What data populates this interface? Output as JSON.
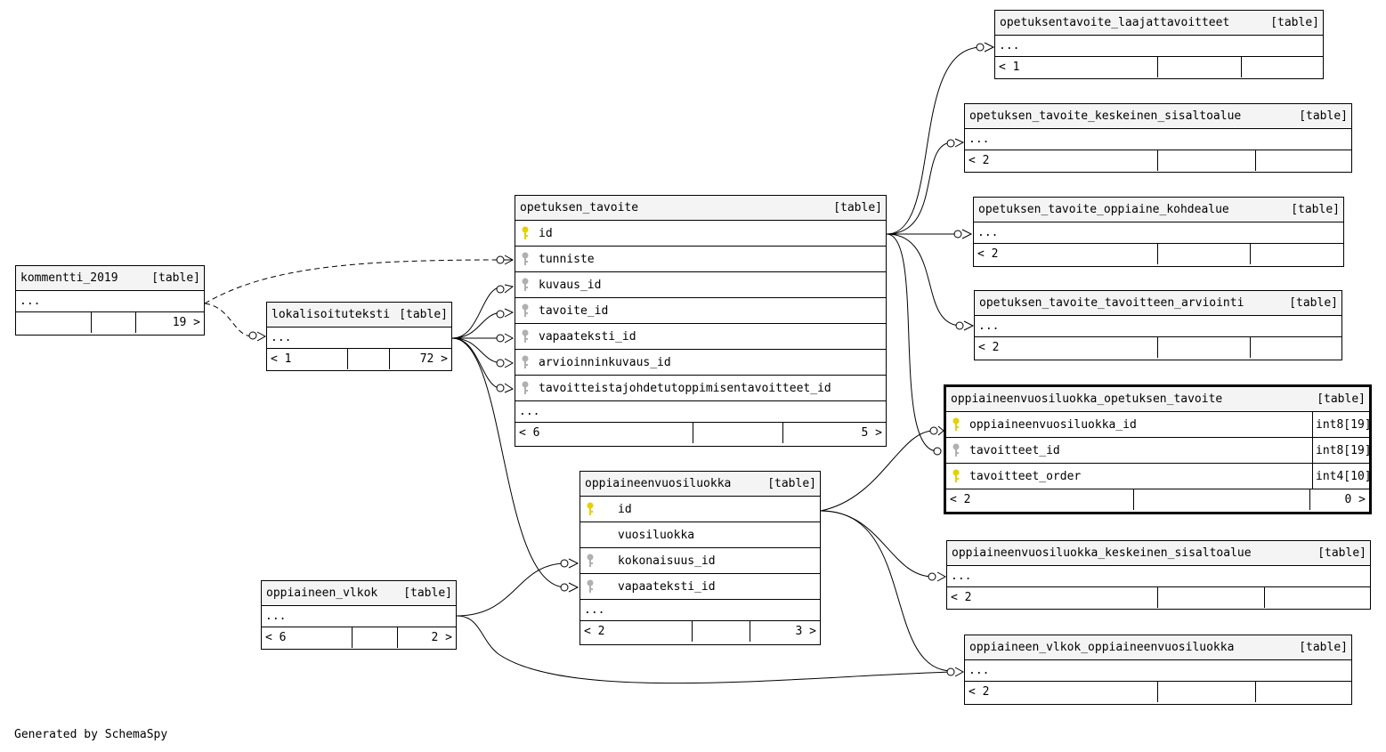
{
  "footer_text": "Generated by SchemaSpy",
  "type_label": "[table]",
  "tables": {
    "kommentti_2019": {
      "name": "kommentti_2019",
      "dots": "...",
      "foot": [
        "",
        "",
        "19 >"
      ]
    },
    "lokalisoituteksti": {
      "name": "lokalisoituteksti",
      "dots": "...",
      "foot": [
        "< 1",
        "",
        "72 >"
      ]
    },
    "opetuksen_tavoite": {
      "name": "opetuksen_tavoite",
      "dots": "...",
      "foot": [
        "< 6",
        "",
        "5 >"
      ],
      "columns": [
        {
          "name": "id",
          "key": "pk"
        },
        {
          "name": "tunniste",
          "key": "fk"
        },
        {
          "name": "kuvaus_id",
          "key": "fk"
        },
        {
          "name": "tavoite_id",
          "key": "fk"
        },
        {
          "name": "vapaateksti_id",
          "key": "fk"
        },
        {
          "name": "arvioinninkuvaus_id",
          "key": "fk"
        },
        {
          "name": "tavoitteistajohdetutoppimisentavoitteet_id",
          "key": "fk"
        }
      ]
    },
    "oppiaineenvuosiluokka": {
      "name": "oppiaineenvuosiluokka",
      "dots": "...",
      "foot": [
        "< 2",
        "",
        "3 >"
      ],
      "columns": [
        {
          "name": "id",
          "key": "pk"
        },
        {
          "name": "vuosiluokka",
          "key": ""
        },
        {
          "name": "kokonaisuus_id",
          "key": "fk"
        },
        {
          "name": "vapaateksti_id",
          "key": "fk"
        }
      ]
    },
    "oppiaineen_vlkok": {
      "name": "oppiaineen_vlkok",
      "dots": "...",
      "foot": [
        "< 6",
        "",
        "2 >"
      ]
    },
    "opetuksentavoite_laajattavoitteet": {
      "name": "opetuksentavoite_laajattavoitteet",
      "dots": "...",
      "foot": [
        "< 1",
        "",
        ""
      ]
    },
    "opetuksen_tavoite_keskeinen_sisaltoalue": {
      "name": "opetuksen_tavoite_keskeinen_sisaltoalue",
      "dots": "...",
      "foot": [
        "< 2",
        "",
        ""
      ]
    },
    "opetuksen_tavoite_oppiaine_kohdealue": {
      "name": "opetuksen_tavoite_oppiaine_kohdealue",
      "dots": "...",
      "foot": [
        "< 2",
        "",
        ""
      ]
    },
    "opetuksen_tavoite_tavoitteen_arviointi": {
      "name": "opetuksen_tavoite_tavoitteen_arviointi",
      "dots": "...",
      "foot": [
        "< 2",
        "",
        ""
      ]
    },
    "oppiaineenvuosiluokka_opetuksen_tavoite": {
      "name": "oppiaineenvuosiluokka_opetuksen_tavoite",
      "foot": [
        "< 2",
        "",
        "0 >"
      ],
      "columns": [
        {
          "name": "oppiaineenvuosiluokka_id",
          "key": "pk",
          "type": "int8[19]"
        },
        {
          "name": "tavoitteet_id",
          "key": "fk",
          "type": "int8[19]"
        },
        {
          "name": "tavoitteet_order",
          "key": "pk",
          "type": "int4[10]"
        }
      ]
    },
    "oppiaineenvuosiluokka_keskeinen_sisaltoalue": {
      "name": "oppiaineenvuosiluokka_keskeinen_sisaltoalue",
      "dots": "...",
      "foot": [
        "< 2",
        "",
        ""
      ]
    },
    "oppiaineen_vlkok_oppiaineenvuosiluokka": {
      "name": "oppiaineen_vlkok_oppiaineenvuosiluokka",
      "dots": "...",
      "foot": [
        "< 2",
        "",
        ""
      ]
    }
  }
}
